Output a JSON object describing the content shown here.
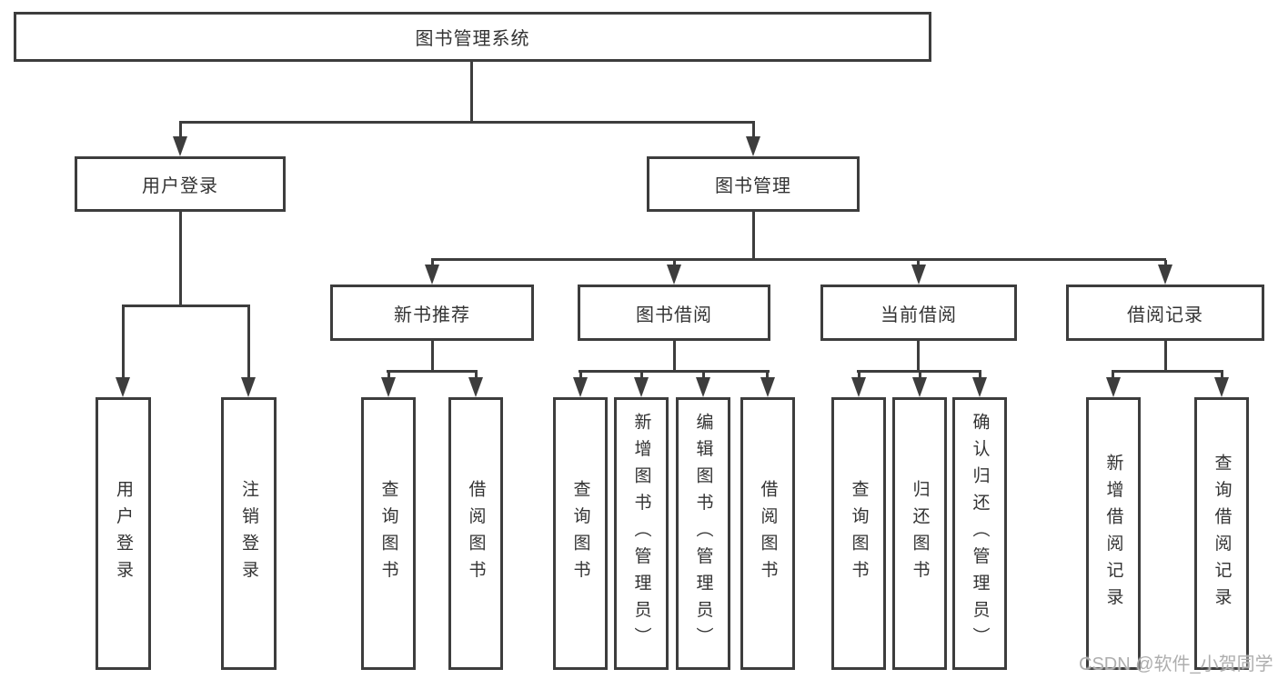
{
  "colors": {
    "line": "#3d3d3d",
    "text": "#333333",
    "background": "#ffffff",
    "watermark": "#aeaeae"
  },
  "watermark": {
    "text": "CSDN @软件_小贺同学"
  },
  "tree": {
    "root": {
      "label": "图书管理系统",
      "children": [
        {
          "label": "用户登录",
          "children": [
            {
              "label": "用户登录"
            },
            {
              "label": "注销登录"
            }
          ]
        },
        {
          "label": "图书管理",
          "children": [
            {
              "label": "新书推荐",
              "children": [
                {
                  "label": "查询图书"
                },
                {
                  "label": "借阅图书"
                }
              ]
            },
            {
              "label": "图书借阅",
              "children": [
                {
                  "label": "查询图书"
                },
                {
                  "label": "新增图书（管理员）"
                },
                {
                  "label": "编辑图书（管理员）"
                },
                {
                  "label": "借阅图书"
                }
              ]
            },
            {
              "label": "当前借阅",
              "children": [
                {
                  "label": "查询图书"
                },
                {
                  "label": "归还图书"
                },
                {
                  "label": "确认归还（管理员）"
                }
              ]
            },
            {
              "label": "借阅记录",
              "children": [
                {
                  "label": "新增借阅记录"
                },
                {
                  "label": "查询借阅记录"
                }
              ]
            }
          ]
        }
      ]
    }
  }
}
